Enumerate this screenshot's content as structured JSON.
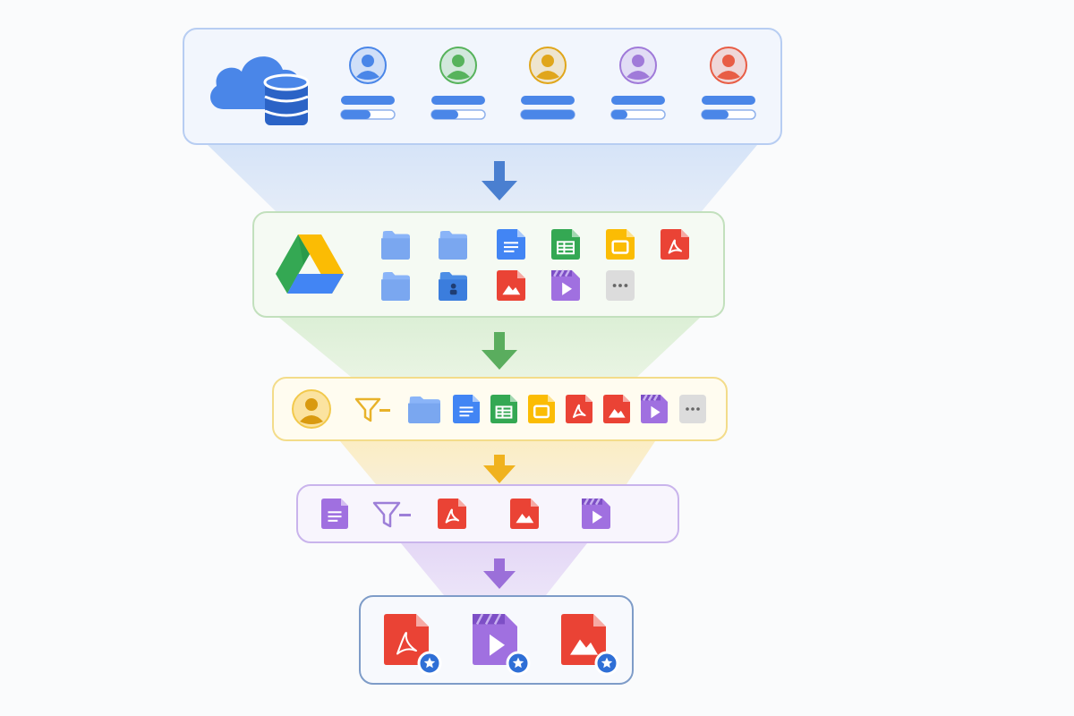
{
  "colors": {
    "blue": "#4285f4",
    "green": "#34a853",
    "yellow": "#fbbc04",
    "red": "#ea4335",
    "purple": "#a070e0",
    "gray": "#dcdcdc",
    "arrow_blue": "#4a7fd0",
    "arrow_green": "#5aad5e",
    "arrow_yellow": "#f0b21e",
    "arrow_purple": "#9b6fd9"
  },
  "stages": [
    {
      "id": "storage",
      "icons": [
        "cloud-icon",
        "database-icon"
      ],
      "users": [
        {
          "color": "#4a86e8",
          "bar_fill": 0.55
        },
        {
          "color": "#57b35c",
          "bar_fill": 0.5
        },
        {
          "color": "#e0a61b",
          "bar_fill": 1.0
        },
        {
          "color": "#a07ad9",
          "bar_fill": 0.3
        },
        {
          "color": "#e85d45",
          "bar_fill": 0.5
        }
      ]
    },
    {
      "id": "drive",
      "icons": [
        "google-drive-logo",
        "folder-icon",
        "folder-icon",
        "docs-icon",
        "sheets-icon",
        "slides-icon",
        "pdf-icon",
        "folder-icon",
        "shared-folder-icon",
        "image-icon",
        "video-icon",
        "more-icon"
      ]
    },
    {
      "id": "user-filter",
      "icons": [
        "user-avatar-icon",
        "filter-icon",
        "folder-icon",
        "docs-icon",
        "sheets-icon",
        "slides-icon",
        "pdf-icon",
        "image-icon",
        "video-icon",
        "more-icon"
      ]
    },
    {
      "id": "type-filter",
      "icons": [
        "doc-icon",
        "filter-icon",
        "pdf-icon",
        "image-icon",
        "video-icon"
      ]
    },
    {
      "id": "results",
      "icons": [
        "starred-pdf-icon",
        "starred-video-icon",
        "starred-image-icon"
      ]
    }
  ]
}
